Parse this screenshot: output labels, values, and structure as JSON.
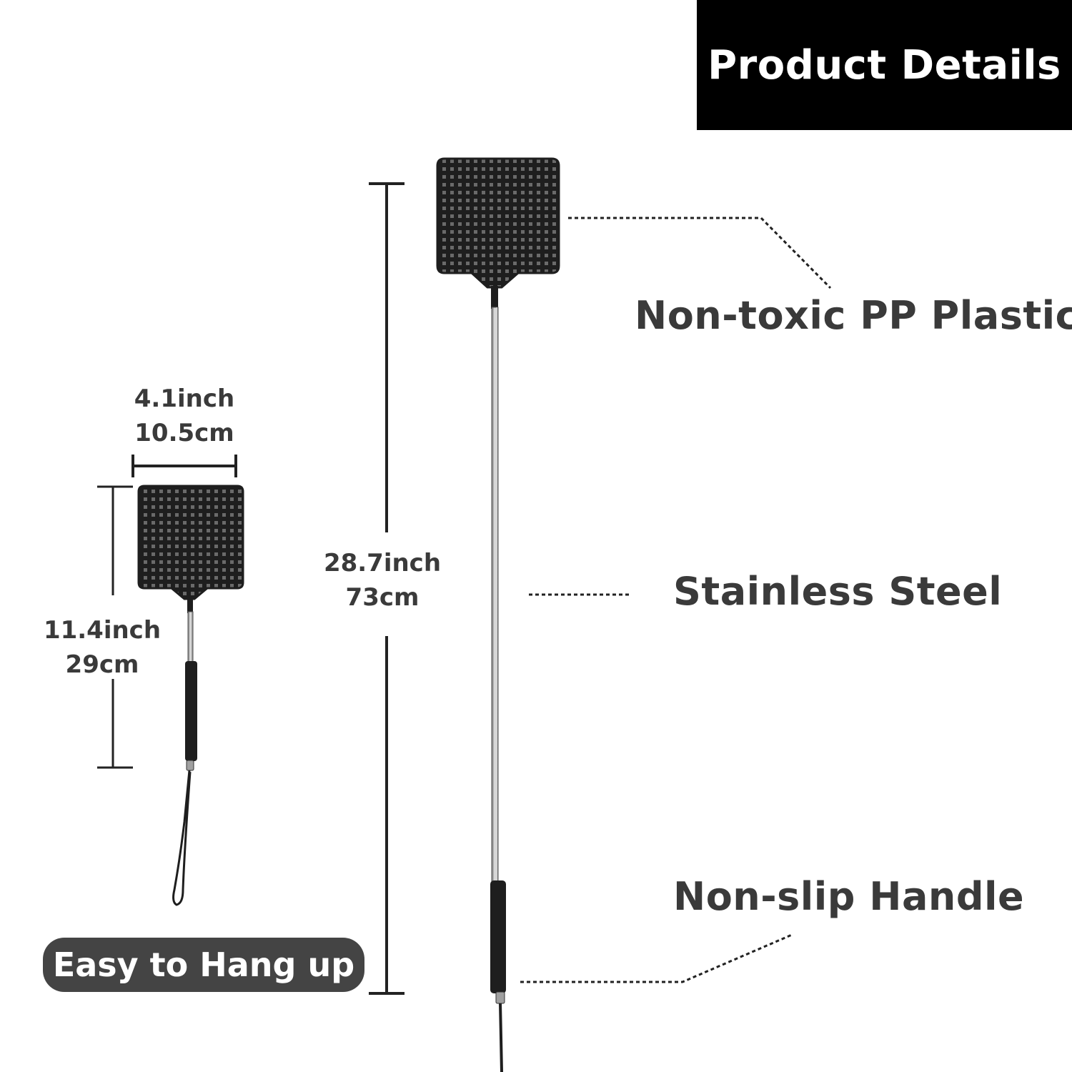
{
  "header": {
    "title": "Product Details"
  },
  "callouts": {
    "plastic": "Non-toxic PP Plastic",
    "steel": "Stainless Steel",
    "handle": "Non-slip Handle"
  },
  "dimensions": {
    "width_in": "4.1inch",
    "width_cm": "10.5cm",
    "folded_in": "11.4inch",
    "folded_cm": "29cm",
    "extended_in": "28.7inch",
    "extended_cm": "73cm"
  },
  "badge": {
    "label": "Easy to Hang up"
  },
  "colors": {
    "header_bg": "#000000",
    "text": "#3a3a3a",
    "badge_bg": "#444444",
    "swatter": "#1e1e1e"
  }
}
